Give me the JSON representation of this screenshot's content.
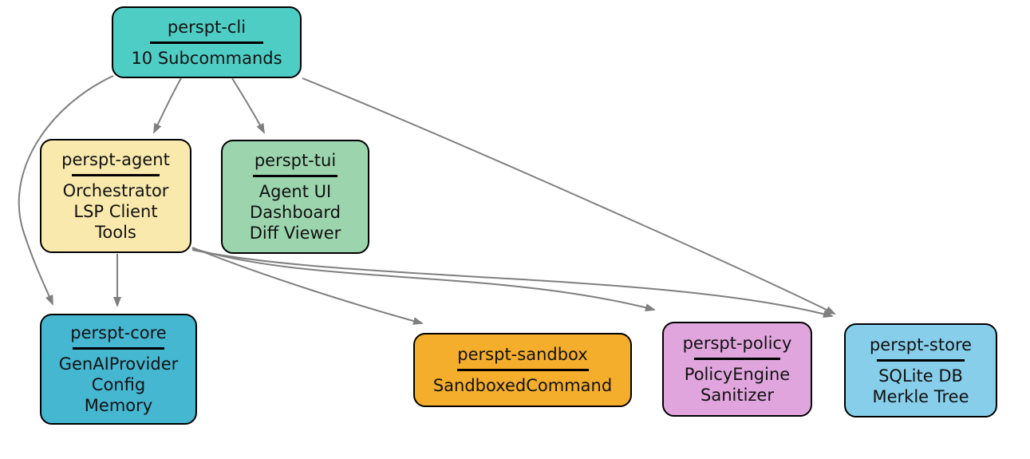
{
  "diagram": {
    "kind": "crate-dependency-graph",
    "background": "#ffffff",
    "edge_color": "#7f7f7f",
    "border_color": "#000000",
    "text_color": "#111111",
    "nodes": [
      {
        "id": "perspt-cli",
        "title": "perspt-cli",
        "lines": [
          "10 Subcommands"
        ],
        "fill": "#4ECDC4"
      },
      {
        "id": "perspt-agent",
        "title": "perspt-agent",
        "lines": [
          "Orchestrator",
          "LSP Client",
          "Tools"
        ],
        "fill": "#FAE9AD"
      },
      {
        "id": "perspt-tui",
        "title": "perspt-tui",
        "lines": [
          "Agent UI",
          "Dashboard",
          "Diff Viewer"
        ],
        "fill": "#9CD4AE"
      },
      {
        "id": "perspt-core",
        "title": "perspt-core",
        "lines": [
          "GenAIProvider",
          "Config",
          "Memory"
        ],
        "fill": "#45B7D1"
      },
      {
        "id": "perspt-sandbox",
        "title": "perspt-sandbox",
        "lines": [
          "SandboxedCommand"
        ],
        "fill": "#F5AE2B"
      },
      {
        "id": "perspt-policy",
        "title": "perspt-policy",
        "lines": [
          "PolicyEngine",
          "Sanitizer"
        ],
        "fill": "#DFA5DC"
      },
      {
        "id": "perspt-store",
        "title": "perspt-store",
        "lines": [
          "SQLite DB",
          "Merkle Tree"
        ],
        "fill": "#87CEEB"
      }
    ],
    "edges": [
      {
        "from": "perspt-cli",
        "to": "perspt-agent"
      },
      {
        "from": "perspt-cli",
        "to": "perspt-tui"
      },
      {
        "from": "perspt-cli",
        "to": "perspt-core"
      },
      {
        "from": "perspt-cli",
        "to": "perspt-store"
      },
      {
        "from": "perspt-agent",
        "to": "perspt-core"
      },
      {
        "from": "perspt-agent",
        "to": "perspt-sandbox"
      },
      {
        "from": "perspt-agent",
        "to": "perspt-policy"
      },
      {
        "from": "perspt-agent",
        "to": "perspt-store"
      }
    ]
  }
}
